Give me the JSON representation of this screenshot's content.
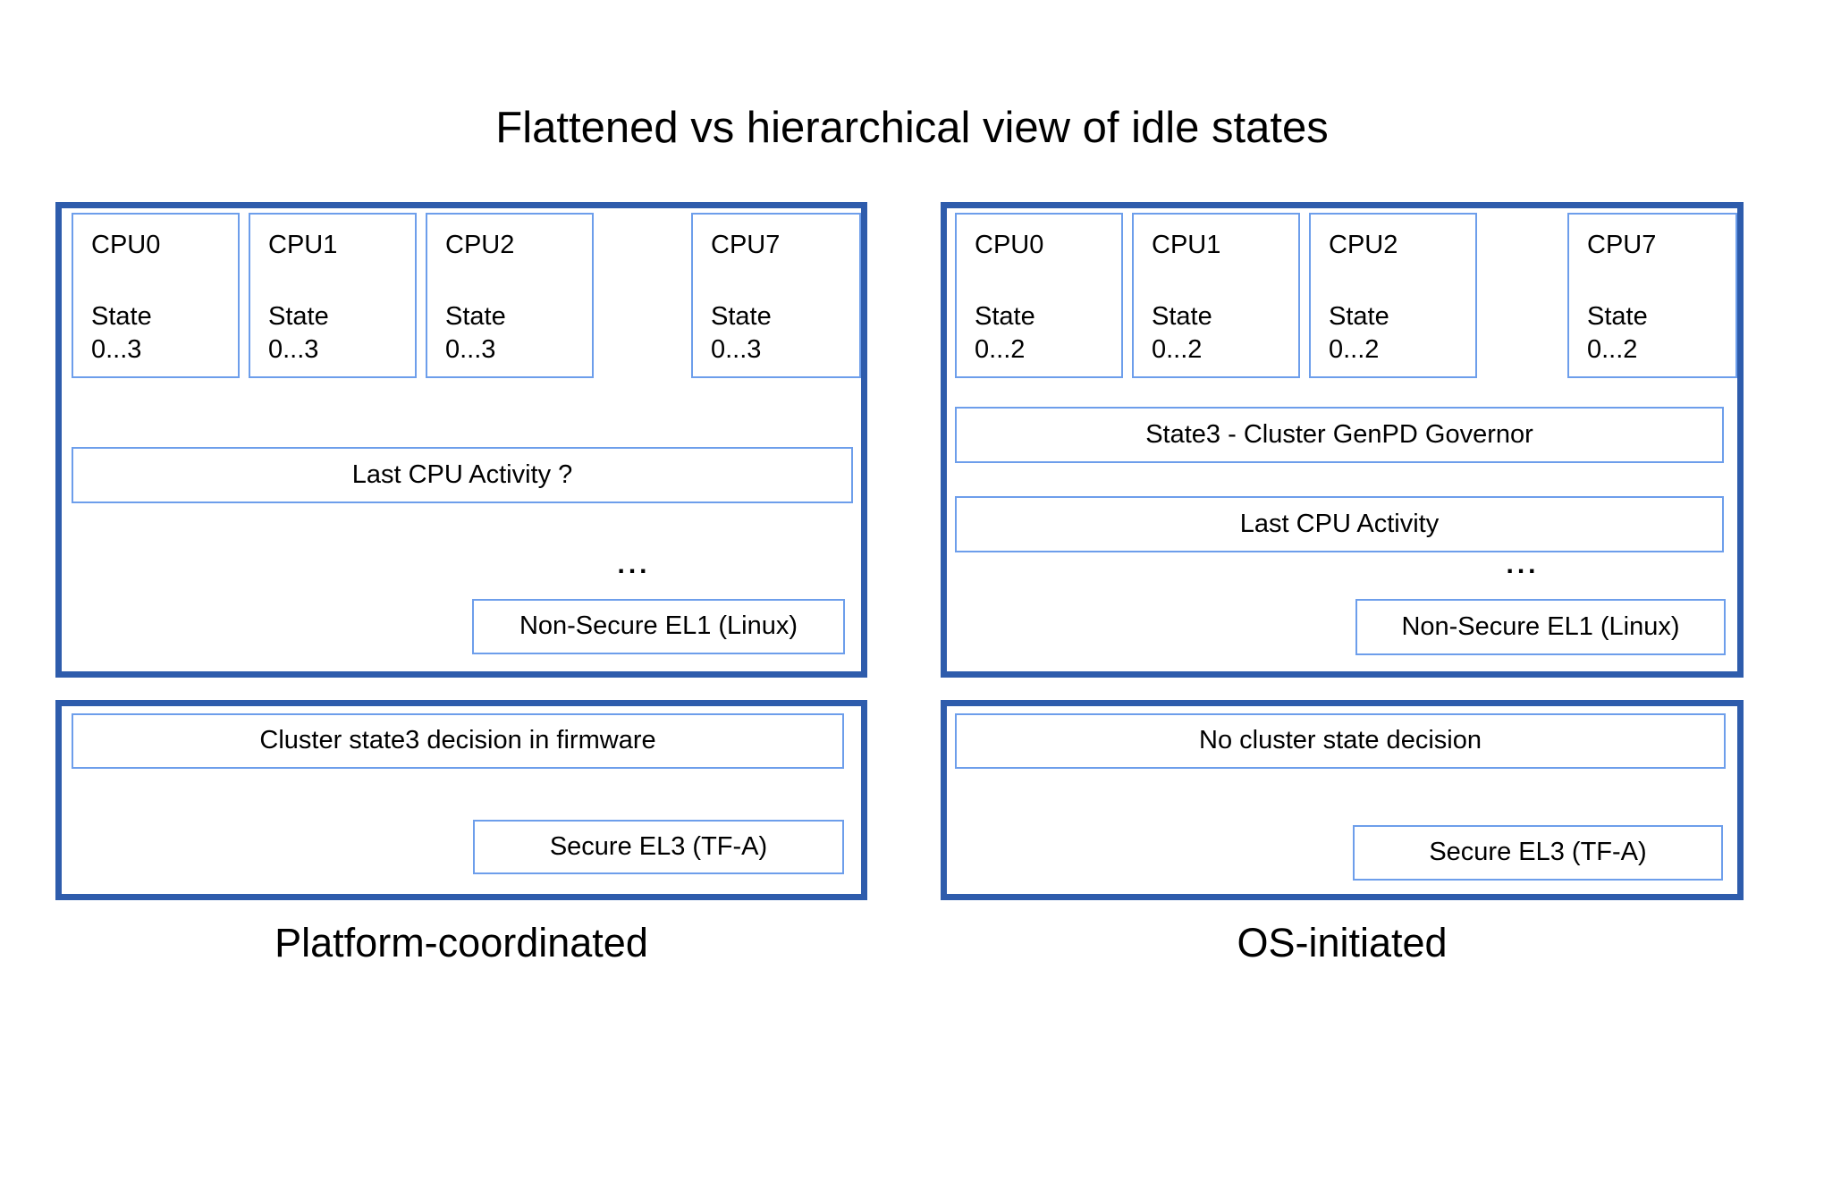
{
  "title": "Flattened vs hierarchical view of idle states",
  "colors": {
    "panel_border": "#2e5cac",
    "box_border": "#6d9eeb",
    "text": "#000000",
    "background": "#ffffff"
  },
  "left": {
    "label": "Platform-coordinated",
    "ellipsis": "...",
    "cpus": [
      {
        "name": "CPU0",
        "state": "State\n0...3"
      },
      {
        "name": "CPU1",
        "state": "State\n0...3"
      },
      {
        "name": "CPU2",
        "state": "State\n0...3"
      },
      {
        "name": "CPU7",
        "state": "State\n0...3"
      }
    ],
    "activity_box": "Last CPU Activity ?",
    "el1_box": "Non-Secure EL1 (Linux)",
    "firmware_box": "Cluster state3 decision in firmware",
    "el3_box": "Secure EL3 (TF-A)"
  },
  "right": {
    "label": "OS-initiated",
    "ellipsis": "...",
    "cpus": [
      {
        "name": "CPU0",
        "state": "State\n0...2"
      },
      {
        "name": "CPU1",
        "state": "State\n0...2"
      },
      {
        "name": "CPU2",
        "state": "State\n0...2"
      },
      {
        "name": "CPU7",
        "state": "State\n0...2"
      }
    ],
    "governor_box": "State3 - Cluster GenPD Governor",
    "activity_box": "Last CPU Activity",
    "el1_box": "Non-Secure EL1 (Linux)",
    "decision_box": "No cluster state decision",
    "el3_box": "Secure EL3 (TF-A)"
  }
}
